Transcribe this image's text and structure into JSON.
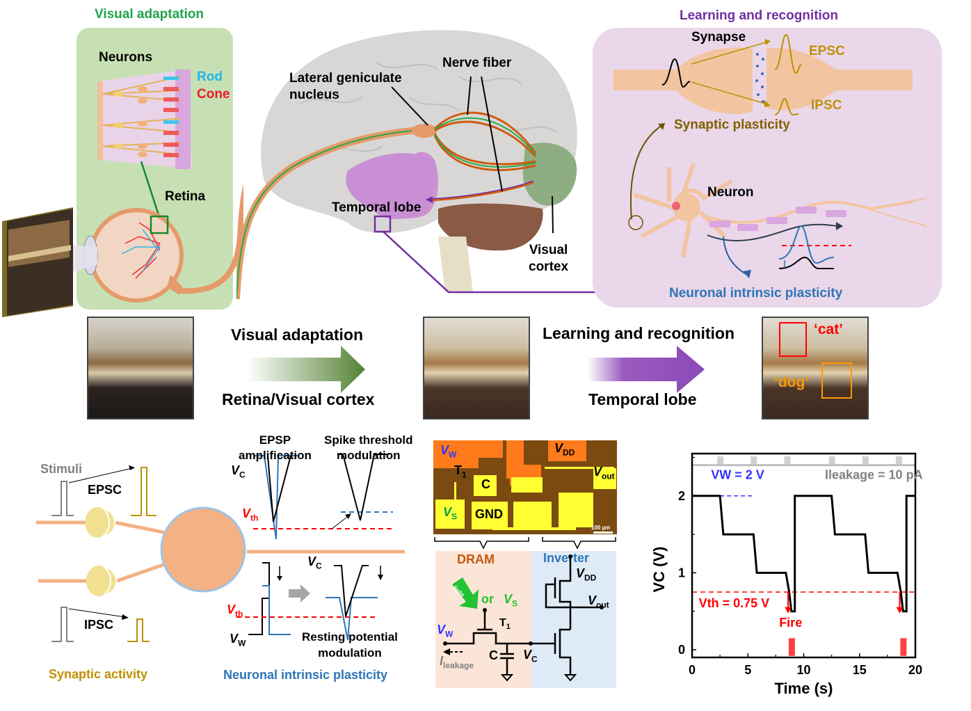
{
  "top": {
    "visual_adaptation_panel": {
      "title": "Visual adaptation",
      "neurons_label": "Neurons",
      "rod_label": "Rod",
      "cone_label": "Cone",
      "retina_label": "Retina"
    },
    "brain": {
      "lgn_label_line1": "Lateral geniculate",
      "lgn_label_line2": "nucleus",
      "nerve_fiber_label": "Nerve fiber",
      "temporal_lobe_label": "Temporal lobe",
      "visual_cortex_line1": "Visual",
      "visual_cortex_line2": "cortex"
    },
    "learning_panel": {
      "title": "Learning and recognition",
      "synapse_label": "Synapse",
      "epsc_label": "EPSC",
      "ipsc_label": "IPSC",
      "synaptic_plasticity_label": "Synaptic plasticity",
      "neuron_label": "Neuron",
      "intrinsic_plasticity_label": "Neuronal intrinsic plasticity"
    }
  },
  "flow": {
    "arrow1_top": "Visual adaptation",
    "arrow1_bottom": "Retina/Visual cortex",
    "arrow2_top": "Learning and recognition",
    "arrow2_bottom": "Temporal lobe",
    "cat_tag": "‘cat’",
    "dog_tag": "‘dog’"
  },
  "synaptic_activity": {
    "stimuli_label": "Stimuli",
    "epsc_label": "EPSC",
    "ipsc_label": "IPSC",
    "caption": "Synaptic activity"
  },
  "intrinsic": {
    "epsp_line1": "EPSP",
    "epsp_line2": "amplification",
    "spike_line1": "Spike threshold",
    "spike_line2": "modulation",
    "vc_label": "V",
    "vc_sub": "C",
    "vth_label": "V",
    "vth_sub": "th",
    "vw_label": "V",
    "vw_sub": "W",
    "resting_line1": "Resting potential",
    "resting_line2": "modulation",
    "caption": "Neuronal intrinsic plasticity"
  },
  "chip": {
    "vw": "V",
    "vw_sub": "W",
    "t1": "T",
    "t1_sub": "1",
    "c": "C",
    "vdd": "V",
    "vdd_sub": "DD",
    "vout": "V",
    "vout_sub": "out",
    "vs": "V",
    "vs_sub": "S",
    "gnd": "GND",
    "scale_bar": "100 µm"
  },
  "circuit": {
    "dram_label": "DRAM",
    "inverter_label": "Inverter",
    "light_label": "light",
    "or_label": "or",
    "vs": "V",
    "vs_sub": "S",
    "t1": "T",
    "t1_sub": "1",
    "vw": "V",
    "vw_sub": "W",
    "vdd": "V",
    "vdd_sub": "DD",
    "vout": "V",
    "vout_sub": "out",
    "c": "C",
    "vc": "V",
    "vc_sub": "C",
    "ileak": "I",
    "ileak_sub": "leakage"
  },
  "colors": {
    "visual_green": "#1fa34a",
    "learning_purple": "#7030a0",
    "synaptic_gold": "#bf9000",
    "intrinsic_blue": "#2e75b6",
    "threshold_red": "#ff0000",
    "vw_blue": "#3333ff"
  },
  "chart_data": {
    "type": "line",
    "title": "",
    "xlabel": "Time (s)",
    "ylabel": "V_C (V)",
    "xlim": [
      0,
      20
    ],
    "ylim": [
      -0.1,
      2.55
    ],
    "xticks": [
      0,
      5,
      10,
      15,
      20
    ],
    "yticks": [
      0,
      1,
      2
    ],
    "grid": false,
    "series": [
      {
        "name": "V_C",
        "x": [
          0,
          2.5,
          2.8,
          3.0,
          5.5,
          5.8,
          6.0,
          8.4,
          8.7,
          8.9,
          9.2,
          9.2,
          12.5,
          12.8,
          13.0,
          15.5,
          15.8,
          16.0,
          18.4,
          18.7,
          18.9,
          19.2,
          19.2,
          20
        ],
        "y": [
          2,
          2,
          1.5,
          1.5,
          1.5,
          1.0,
          1.0,
          1.0,
          0.75,
          0.5,
          0.5,
          2,
          2,
          1.5,
          1.5,
          1.5,
          1.0,
          1.0,
          1.0,
          0.75,
          0.5,
          0.5,
          2,
          2
        ]
      }
    ],
    "input_pulses_s": [
      2.5,
      5.5,
      8.5,
      12.5,
      15.5,
      18.5
    ],
    "fire_events_s": [
      8.9,
      18.9
    ],
    "threshold": {
      "value": 0.75,
      "label": "V_th = 0.75 V"
    },
    "annotations": [
      {
        "text": "V_W = 2 V",
        "color": "#3333ff"
      },
      {
        "text": "I_leakage = 10 pA",
        "color": "#808080"
      },
      {
        "text": "Fire",
        "color": "#ff0000"
      }
    ]
  }
}
